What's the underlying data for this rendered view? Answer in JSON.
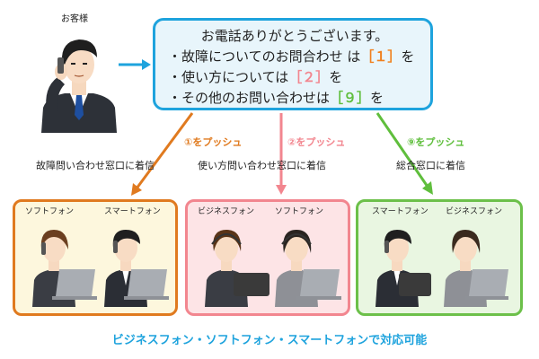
{
  "caller": {
    "label": "お客様"
  },
  "bubble": {
    "greeting": "お電話ありがとうございます。",
    "options": [
      {
        "bullet": "・",
        "text": "故障についてのお問合わせ は",
        "key": "［１］",
        "suffix": "を",
        "color": "#f0801e"
      },
      {
        "bullet": "・",
        "text": "使い方については",
        "key": "［２］",
        "suffix": "を",
        "color": "#f2868f"
      },
      {
        "bullet": "・",
        "text": "その他のお問い合わせは",
        "key": "［９］",
        "suffix": "を",
        "color": "#5fbe3c"
      }
    ]
  },
  "routes": [
    {
      "push": "①をプッシュ",
      "destination": "故障問い合わせ窓口に着信",
      "color": "#e07a1f"
    },
    {
      "push": "②をプッシュ",
      "destination": "使い方問い合わせ窓口に着信",
      "color": "#f2868f"
    },
    {
      "push": "⑨をプッシュ",
      "destination": "総合窓口に着信",
      "color": "#5fbe3c"
    }
  ],
  "teams": [
    {
      "labels": [
        "ソフトフォン",
        "スマートフォン"
      ],
      "border": "#e07a1f",
      "fill": "#fdf7dd"
    },
    {
      "labels": [
        "ビジネスフォン",
        "ソフトフォン"
      ],
      "border": "#f2868f",
      "fill": "#fde4e6"
    },
    {
      "labels": [
        "スマートフォン",
        "ビジネスフォン"
      ],
      "border": "#6cc04a",
      "fill": "#e9f6e1"
    }
  ],
  "footer": "ビジネスフォン・ソフトフォン・スマートフォンで対応可能",
  "colors": {
    "accent": "#1ea3dd"
  }
}
